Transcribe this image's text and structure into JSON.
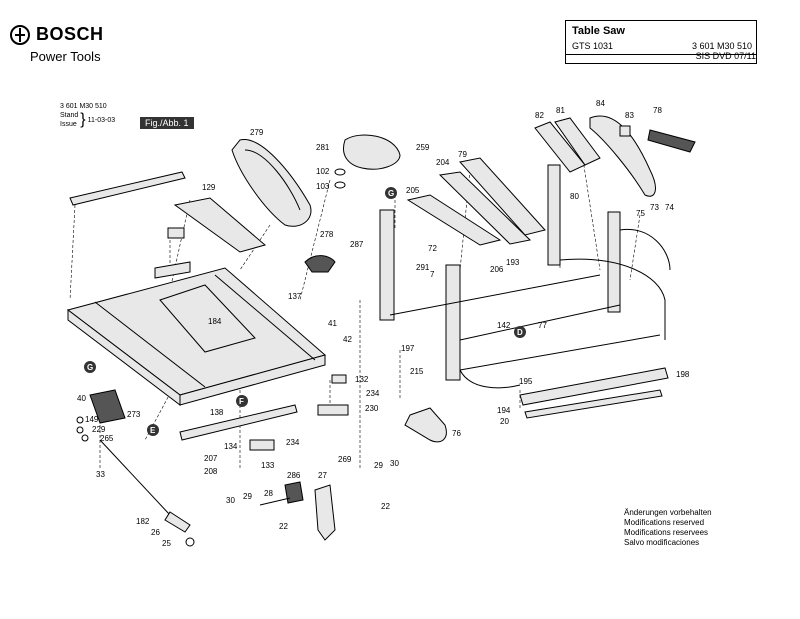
{
  "header": {
    "brand": "BOSCH",
    "subtitle": "Power Tools"
  },
  "title_block": {
    "product": "Table Saw",
    "model": "GTS 1031",
    "part_no": "3 601 M30 510",
    "dvd": "SIS DVD 07/11"
  },
  "meta": {
    "ref": "3 601 M30 510",
    "stand": "Stand",
    "issue": "Issue",
    "date": "11-03-03",
    "fig": "Fig./Abb. 1"
  },
  "notes": [
    "Änderungen vorbehalten",
    "Modifications reserved",
    "Modifications reservees",
    "Salvo modificaciones"
  ],
  "part_numbers": [
    "279",
    "281",
    "102",
    "103",
    "129",
    "278",
    "259",
    "204",
    "79",
    "205",
    "287",
    "72",
    "291",
    "7",
    "206",
    "193",
    "82",
    "81",
    "84",
    "83",
    "78",
    "80",
    "75",
    "73",
    "74",
    "137",
    "184",
    "41",
    "42",
    "142",
    "77",
    "197",
    "215",
    "132",
    "234",
    "195",
    "198",
    "138",
    "230",
    "194",
    "20",
    "40",
    "273",
    "149",
    "229",
    "265",
    "234",
    "76",
    "134",
    "207",
    "208",
    "133",
    "269",
    "29",
    "30",
    "33",
    "286",
    "27",
    "28",
    "22",
    "182",
    "26",
    "25",
    "22",
    "29",
    "30"
  ],
  "callouts": [
    "G",
    "D",
    "G",
    "F",
    "E"
  ]
}
